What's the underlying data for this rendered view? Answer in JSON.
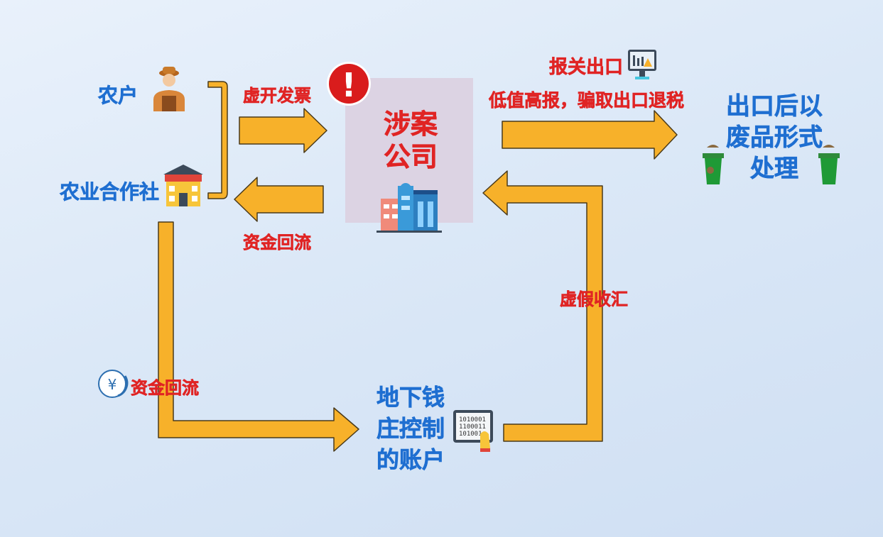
{
  "nodes": {
    "farmer": "农户",
    "coop": "农业合作社",
    "company": [
      "涉案",
      "公司"
    ],
    "account": [
      "地下钱",
      "庄控制",
      "的账户"
    ],
    "waste": [
      "出口后以",
      "废品形式",
      "处理"
    ]
  },
  "edges": {
    "fake_invoice": "虚开发票",
    "fund_return_top": "资金回流",
    "fund_return_bottom": "资金回流",
    "customs_export": "报关出口",
    "overvalue": "低值高报，骗取出口退税",
    "fake_remit": "虚假收汇"
  },
  "icons": {
    "warning": "!",
    "binary": [
      "1010001",
      "1100011",
      "101001"
    ],
    "yuan": "¥"
  },
  "colors": {
    "arrow_fill": "#f7b12a",
    "arrow_stroke": "#4a3a1a",
    "label_red": "#e02424",
    "label_blue": "#1f6fd1",
    "company_box": "#dcd3e3",
    "warning_red": "#d91c1c"
  }
}
